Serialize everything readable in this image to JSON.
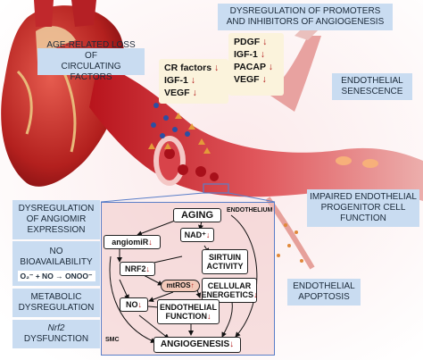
{
  "labels": {
    "top_right_title_line1": "DYSREGULATION OF PROMOTERS",
    "top_right_title_line2": "AND INHIBITORS OF ANGIOGENESIS",
    "top_right_factors": [
      "PDGF",
      "IGF-1",
      "PACAP",
      "VEGF"
    ],
    "age_loss_line1": "AGE-RELATED LOSS OF",
    "age_loss_line2": "CIRCULATING FACTORS",
    "circulating_factors": [
      "CR factors",
      "IGF-1",
      "VEGF"
    ],
    "senescence_line1": "ENDOTHELIAL",
    "senescence_line2": "SENESCENCE",
    "progenitor_line1": "IMPAIRED ENDOTHELIAL",
    "progenitor_line2": "PROGENITOR CELL",
    "progenitor_line3": "FUNCTION",
    "apoptosis_line1": "ENDOTHELIAL",
    "apoptosis_line2": "APOPTOSIS",
    "angiomir_line1": "DYSREGULATION",
    "angiomir_line2": "OF ANGIOMIR",
    "angiomir_line3": "EXPRESSION",
    "no_bio_line1": "NO",
    "no_bio_line2": "BIOAVAILABILITY",
    "no_equation": "O₂⁻ + NO → ONOO⁻",
    "metabolic_line1": "METABOLIC",
    "metabolic_line2": "DYSREGULATION",
    "nrf2_label": "Nrf2",
    "nrf2_dysfunction": "DYSFUNCTION",
    "down_arrow": "🡓"
  },
  "inset": {
    "endothelium": "ENDOTHELIUM",
    "smc": "SMC",
    "aging": "AGING",
    "nad": "NAD⁺",
    "angiomir": "angiomiR",
    "sirtuin_line1": "SIRTUIN",
    "sirtuin_line2": "ACTIVITY",
    "nrf2": "NRF2",
    "mtros": "mtROS",
    "cellular_line1": "CELLULAR",
    "cellular_line2": "ENERGETICS",
    "no": "NO",
    "endo_fn_line1": "ENDOTHELIAL",
    "endo_fn_line2": "FUNCTION",
    "angiogenesis": "ANGIOGENESIS"
  },
  "colors": {
    "label_box": "#c9dcf1",
    "factor_box": "#fbf3dc",
    "down_arrow": "#b01818",
    "vessel": "#d8434a",
    "inset_border": "#5a7ec8"
  }
}
